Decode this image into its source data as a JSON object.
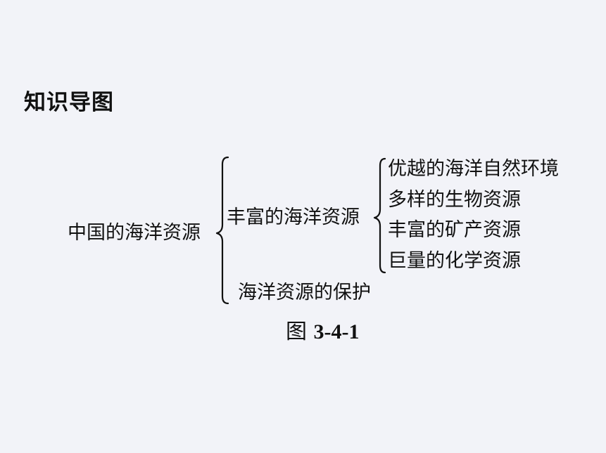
{
  "heading": "知识导图",
  "diagram": {
    "root": "中国的海洋资源",
    "branches": [
      {
        "label": "丰富的海洋资源",
        "children": [
          "优越的海洋自然环境",
          "多样的生物资源",
          "丰富的矿产资源",
          "巨量的化学资源"
        ]
      },
      {
        "label": "海洋资源的保护"
      }
    ]
  },
  "caption": {
    "prefix": "图 ",
    "number": "3-4-1"
  }
}
